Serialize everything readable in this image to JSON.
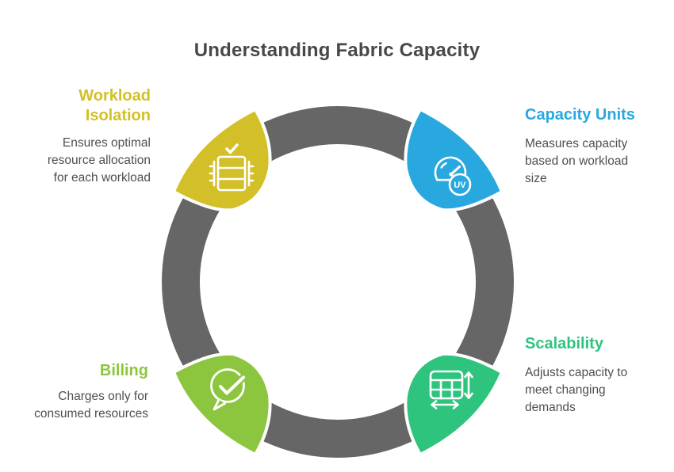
{
  "title": "Understanding Fabric Capacity",
  "colors": {
    "background": "#ffffff",
    "ring": "#666666",
    "title_text": "#484848",
    "description_text": "#4f4f4f",
    "icon_stroke": "#ffffff"
  },
  "sections": [
    {
      "id": "workload-isolation",
      "position": "top-left",
      "title_lines": [
        "Workload",
        "Isolation"
      ],
      "description_lines": [
        "Ensures optimal",
        "resource allocation",
        "for each workload"
      ],
      "color": "#d3c028",
      "icon": "server-check-icon"
    },
    {
      "id": "capacity-units",
      "position": "top-right",
      "title_lines": [
        "Capacity Units"
      ],
      "description_lines": [
        "Measures capacity",
        "based on workload",
        "size"
      ],
      "color": "#29a8df",
      "icon": "gauge-icon",
      "badge": "UV"
    },
    {
      "id": "scalability",
      "position": "bottom-right",
      "title_lines": [
        "Scalability"
      ],
      "description_lines": [
        "Adjusts capacity to",
        "meet changing",
        "demands"
      ],
      "color": "#2ec47e",
      "icon": "grid-resize-icon"
    },
    {
      "id": "billing",
      "position": "bottom-left",
      "title_lines": [
        "Billing"
      ],
      "description_lines": [
        "Charges only for",
        "consumed resources"
      ],
      "color": "#8cc63f",
      "icon": "chat-check-icon"
    }
  ]
}
